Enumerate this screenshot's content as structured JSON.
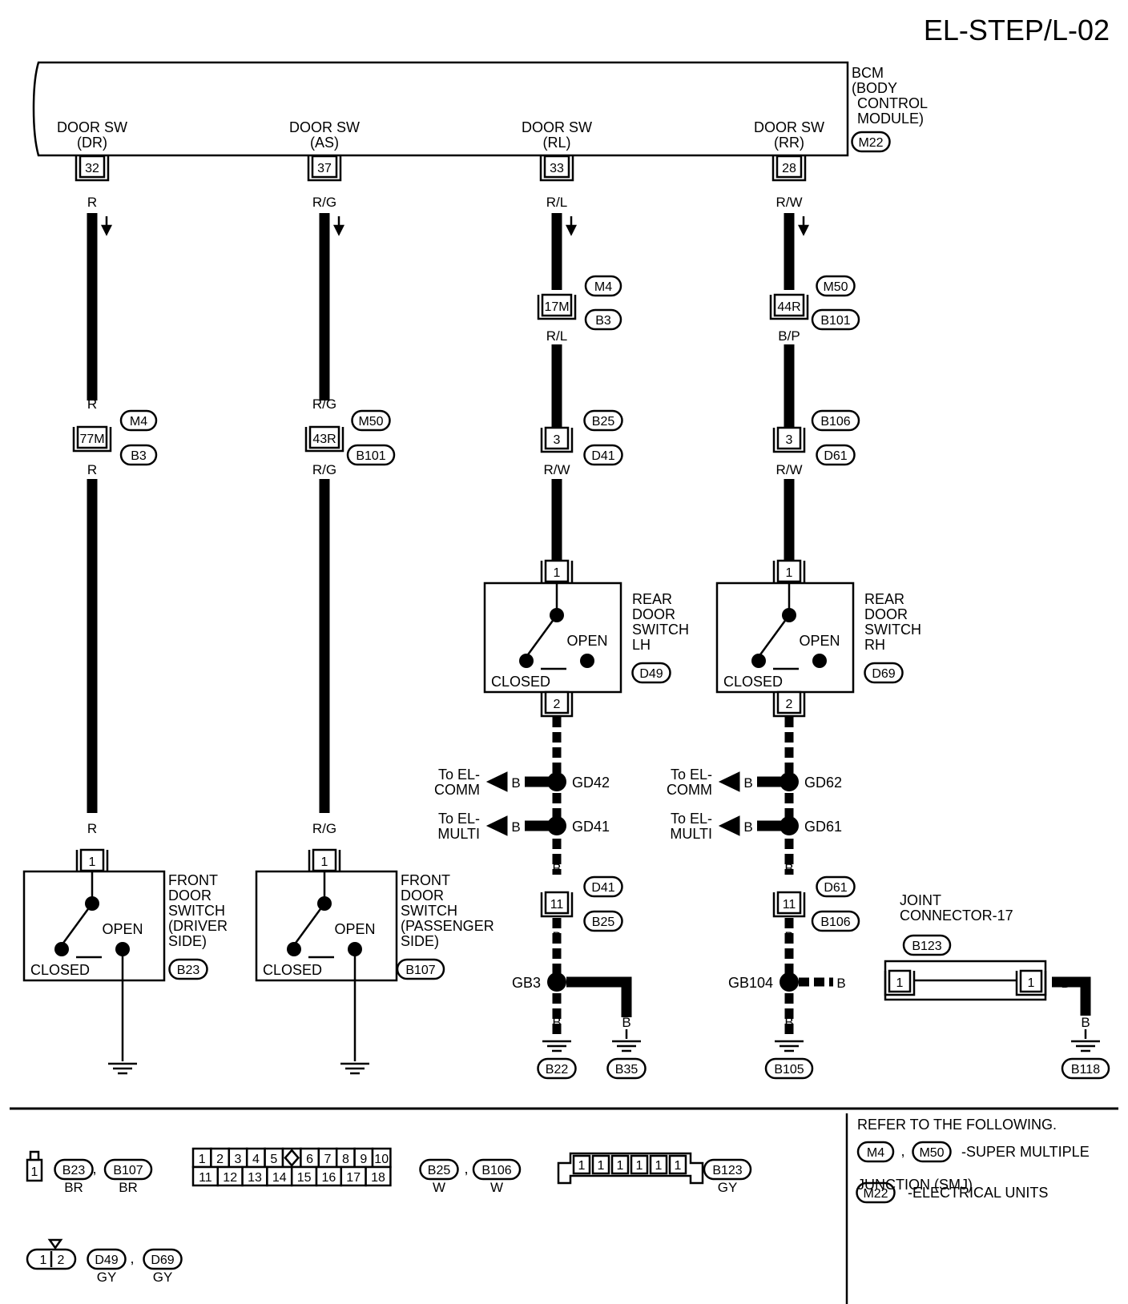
{
  "page_title": "EL-STEP/L-02",
  "bcm": {
    "lines": [
      "BCM",
      "(BODY",
      "CONTROL",
      "MODULE)"
    ],
    "connector": "M22",
    "terminals": [
      {
        "name_1": "DOOR SW",
        "name_2": "(DR)",
        "pin": "32",
        "color": "R"
      },
      {
        "name_1": "DOOR SW",
        "name_2": "(AS)",
        "pin": "37",
        "color": "R/G"
      },
      {
        "name_1": "DOOR SW",
        "name_2": "(RL)",
        "pin": "33",
        "color": "R/L"
      },
      {
        "name_1": "DOOR SW",
        "name_2": "(RR)",
        "pin": "28",
        "color": "R/W"
      }
    ]
  },
  "front_circuits": [
    {
      "pin": "77M",
      "connector_a": "M4",
      "connector_b": "B3",
      "color": "R",
      "switch_pin": "1",
      "switch_lines": [
        "FRONT",
        "DOOR",
        "SWITCH",
        "(DRIVER",
        " SIDE)"
      ],
      "switch_connector": "B23",
      "open": "OPEN",
      "closed": "CLOSED"
    },
    {
      "pin": "43R",
      "connector_a": "M50",
      "connector_b": "B101",
      "color": "R/G",
      "switch_pin": "1",
      "switch_lines": [
        "FRONT",
        "DOOR",
        "SWITCH",
        "(PASSENGER",
        " SIDE)"
      ],
      "switch_connector": "B107",
      "open": "OPEN",
      "closed": "CLOSED"
    }
  ],
  "rear_circuits": [
    {
      "smj_pin": "17M",
      "smj_a": "M4",
      "smj_b": "B3",
      "color_after_smj": "R/L",
      "pin_3": "3",
      "conn_3a": "B25",
      "conn_3b": "D41",
      "color_after_3": "R/W",
      "switch_pin_in": "1",
      "switch_pin_out": "2",
      "switch_lines": [
        "REAR",
        "DOOR",
        "SWITCH",
        "LH"
      ],
      "switch_connector": "D49",
      "open": "OPEN",
      "closed": "CLOSED",
      "ground_color": "B",
      "splice_1": "GD42",
      "branch_1": [
        "To EL-",
        "COMM"
      ],
      "splice_2": "GD41",
      "branch_2": [
        "To EL-",
        "MULTI"
      ],
      "pin_11": "11",
      "conn_11a": "D41",
      "conn_11b": "B25",
      "ground_splice": "GB3",
      "ground_a": "B22",
      "ground_b": "B35"
    },
    {
      "smj_pin": "44R",
      "smj_a": "M50",
      "smj_b": "B101",
      "color_after_smj": "B/P",
      "pin_3": "3",
      "conn_3a": "B106",
      "conn_3b": "D61",
      "color_after_3": "R/W",
      "switch_pin_in": "1",
      "switch_pin_out": "2",
      "switch_lines": [
        "REAR",
        "DOOR",
        "SWITCH",
        "RH"
      ],
      "switch_connector": "D69",
      "open": "OPEN",
      "closed": "CLOSED",
      "ground_color": "B",
      "splice_1": "GD62",
      "branch_1": [
        "To EL-",
        "COMM"
      ],
      "splice_2": "GD61",
      "branch_2": [
        "To EL-",
        "MULTI"
      ],
      "pin_11": "11",
      "conn_11a": "D61",
      "conn_11b": "B106",
      "ground_splice": "GB104",
      "ground_a": "B105",
      "ground_b": "B118"
    }
  ],
  "joint_connector": {
    "lines": [
      "JOINT",
      "CONNECTOR-17"
    ],
    "connector": "B123",
    "pin_left": "1",
    "pin_right": "1"
  },
  "connector_legend": {
    "c1": {
      "pin": "1",
      "conns": [
        "B23",
        "B107"
      ],
      "colors": [
        "BR",
        "BR"
      ]
    },
    "c2": {
      "top_row": [
        "1",
        "2",
        "3",
        "4",
        "5",
        "",
        "6",
        "7",
        "8",
        "9",
        "10"
      ],
      "bottom_row": [
        "11",
        "12",
        "13",
        "14",
        "15",
        "16",
        "17",
        "18"
      ],
      "conns": [
        "B25",
        "B106"
      ],
      "colors": [
        "W",
        "W"
      ]
    },
    "c3": {
      "pins": [
        "1",
        "1",
        "1",
        "1",
        "1",
        "1"
      ],
      "conn": "B123",
      "color": "GY"
    },
    "c4": {
      "pins": [
        "1",
        "2"
      ],
      "conns": [
        "D49",
        "D69"
      ],
      "colors": [
        "GY",
        "GY"
      ]
    }
  },
  "refer": {
    "heading": "REFER TO THE FOLLOWING.",
    "item1_conns": [
      "M4",
      "M50"
    ],
    "item1_text": "-SUPER MULTIPLE",
    "item1_text2": "JUNCTION (SMJ)",
    "item2_conn": "M22",
    "item2_text": "-ELECTRICAL UNITS"
  }
}
